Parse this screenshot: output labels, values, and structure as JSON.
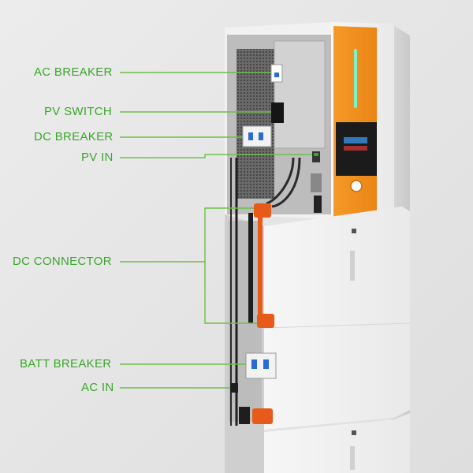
{
  "colors": {
    "label_green": "#3aa62a",
    "leader_green": "#6cc04a",
    "accent_orange": "#f08a1c",
    "cable_orange": "#e85a1a",
    "status_light": "#7cf2c8"
  },
  "labels": [
    {
      "id": "ac-breaker",
      "text": "AC BREAKER"
    },
    {
      "id": "pv-switch",
      "text": "PV SWITCH"
    },
    {
      "id": "dc-breaker",
      "text": "DC BREAKER"
    },
    {
      "id": "pv-in",
      "text": "PV IN"
    },
    {
      "id": "dc-connector",
      "text": "DC CONNECTOR"
    },
    {
      "id": "batt-breaker",
      "text": "BATT BREAKER"
    },
    {
      "id": "ac-in",
      "text": "AC IN"
    }
  ]
}
